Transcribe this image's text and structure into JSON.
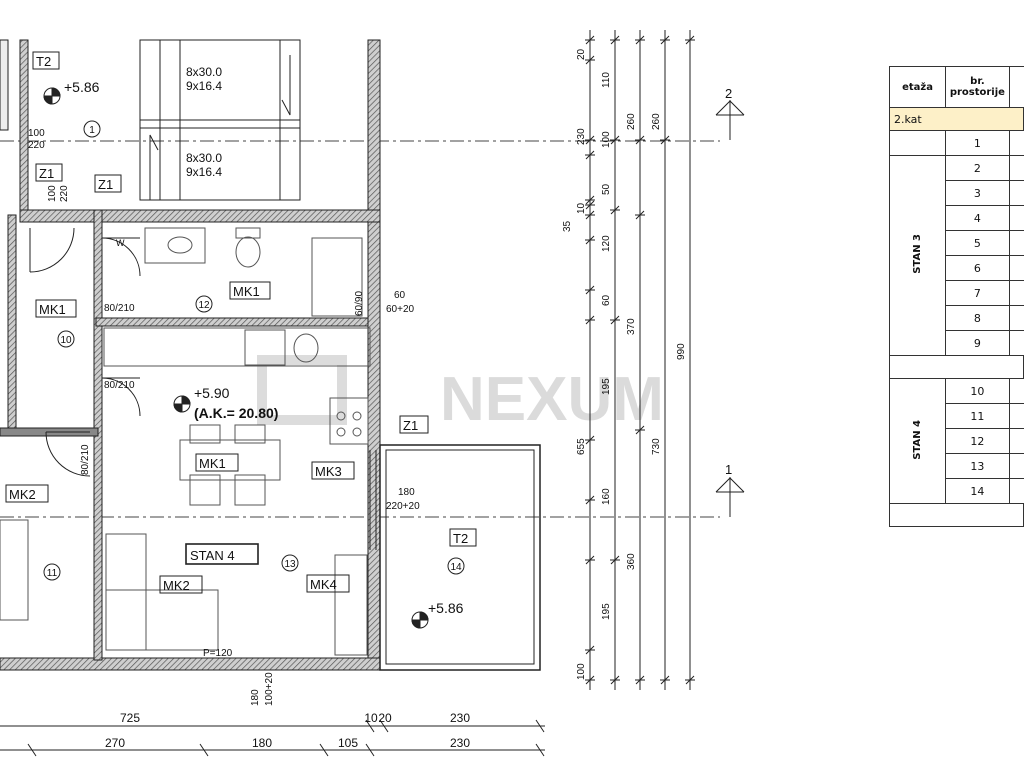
{
  "rooms": {
    "r1": "1",
    "r10": "10",
    "r11": "11",
    "r12": "12",
    "r13": "13",
    "r14": "14"
  },
  "labels": {
    "t2_top": "T2",
    "t2_right": "T2",
    "z1_a": "Z1",
    "z1_b": "Z1",
    "z1_c": "Z1",
    "mk1_a": "MK1",
    "mk1_b": "MK1",
    "mk1_c": "MK1",
    "mk2_a": "MK2",
    "mk2_b": "MK2",
    "mk3": "MK3",
    "mk4": "MK4",
    "stan4": "STAN 4",
    "w": "W"
  },
  "levels": {
    "top": "+5.86",
    "mid": "+5.90",
    "right": "+5.86",
    "ak": "(A.K.= 20.80)"
  },
  "stairs": {
    "s1a": "8x30.0",
    "s1b": "9x16.4",
    "s2a": "8x30.0",
    "s2b": "9x16.4"
  },
  "doors": {
    "d1": "80/210",
    "d2": "80/210",
    "d3": "80/210",
    "d4": "60/90",
    "w1a": "60",
    "w1b": "60+20",
    "w2a": "180",
    "w2b": "220+20",
    "w3a": "100",
    "w3b": "220",
    "w4a": "100",
    "w4b": "220",
    "p120": "P=120",
    "w5a": "180",
    "w5b": "100+20"
  },
  "dims_bottom": {
    "row1": [
      "725",
      "10",
      "20",
      "230"
    ],
    "row2": [
      "270",
      "180",
      "105",
      "230"
    ]
  },
  "dims_right": {
    "c1": [
      "20",
      "110",
      "230",
      "100",
      "50",
      "10",
      "35",
      "120",
      "60",
      "195",
      "655",
      "160",
      "360",
      "195",
      "100"
    ],
    "c2": [
      "260",
      "370",
      "730"
    ],
    "c3": [
      "260",
      "990"
    ]
  },
  "sections": {
    "s2": "2",
    "s1": "1"
  },
  "watermark": "NEXUM",
  "table": {
    "headers": {
      "etaza": "etaža",
      "br1": "br.",
      "br2": "prostorije"
    },
    "floor": "2.kat",
    "first_row": "1",
    "stan3": {
      "label": "STAN 3",
      "rooms": [
        "2",
        "3",
        "4",
        "5",
        "6",
        "7",
        "8",
        "9"
      ]
    },
    "stan4": {
      "label": "STAN 4",
      "rooms": [
        "10",
        "11",
        "12",
        "13",
        "14"
      ]
    }
  },
  "colors": {
    "wall": "#222222",
    "hatch": "#888888",
    "floor_row": "#fdf0c8"
  }
}
